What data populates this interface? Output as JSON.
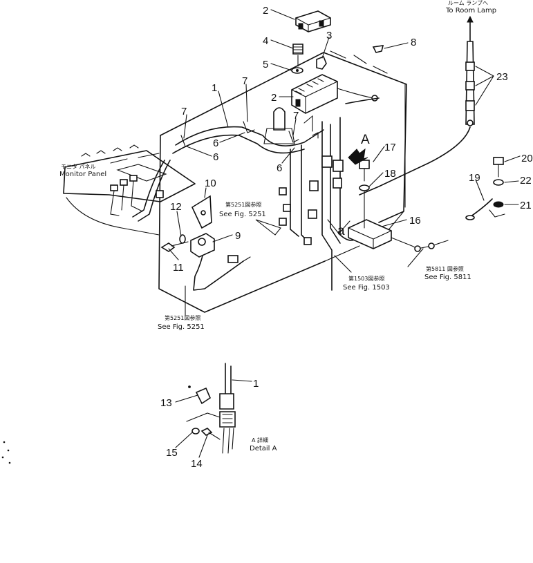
{
  "parts": {
    "p1": "1",
    "p1_detail": "1",
    "p2_top": "2",
    "p2_mid": "2",
    "p3": "3",
    "p4": "4",
    "p5": "5",
    "p6_a": "6",
    "p6_b": "6",
    "p6_c": "6",
    "p7_a": "7",
    "p7_b": "7",
    "p7_c": "7",
    "p8": "8",
    "p9": "9",
    "p10": "10",
    "p11": "11",
    "p12": "12",
    "p13": "13",
    "p14": "14",
    "p15": "15",
    "p16": "16",
    "p17": "17",
    "p18": "18",
    "p19": "19",
    "p20": "20",
    "p21": "21",
    "p22": "22",
    "p23": "23"
  },
  "callouts": {
    "view_a": "A",
    "section_a": "a",
    "room_lamp_jp": "ルーム ランプへ",
    "room_lamp": "To Room Lamp",
    "monitor_panel_jp": "モニタ パネル",
    "monitor_panel": "Monitor Panel",
    "fig5251_upper_jp": "第5251図参照",
    "fig5251_upper": "See Fig. 5251",
    "fig5251_lower_jp": "第5251図参照",
    "fig5251_lower": "See Fig. 5251",
    "fig1503_jp": "第1503図参照",
    "fig1503": "See Fig. 1503",
    "fig5811_jp": "第5811 図参照",
    "fig5811": "See Fig. 5811",
    "detail_a_jp": "A 詳細",
    "detail_a": "Detail A"
  }
}
